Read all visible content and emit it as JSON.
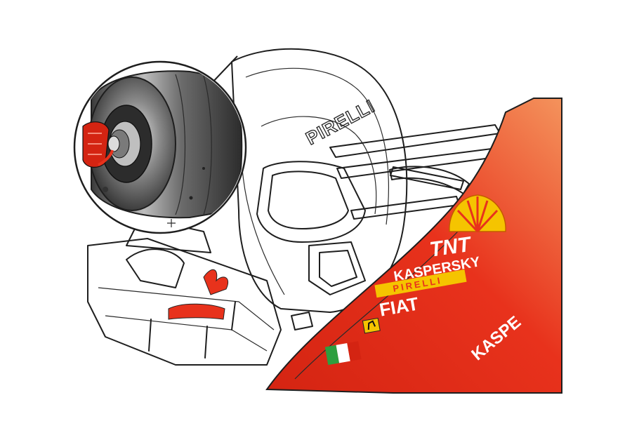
{
  "tyre_brand": "PIRELLI",
  "sponsors": {
    "tnt": "TNT",
    "kaspersky": "KASPERSKY",
    "pirelli_band": "PIRELLI",
    "fiat": "FIAT",
    "kaspersky_side": "KASPE"
  },
  "colors": {
    "livery_red": "#e8321c",
    "livery_orange": "#f07a3c",
    "shell_yellow": "#f5c400",
    "drum_dark": "#4a4a4a",
    "drum_light": "#cfcfcf",
    "outline": "#1e1e1e"
  },
  "icons": [
    "shell-pecten-logo",
    "ferrari-horse-badge",
    "italian-flag",
    "shell-badge"
  ]
}
